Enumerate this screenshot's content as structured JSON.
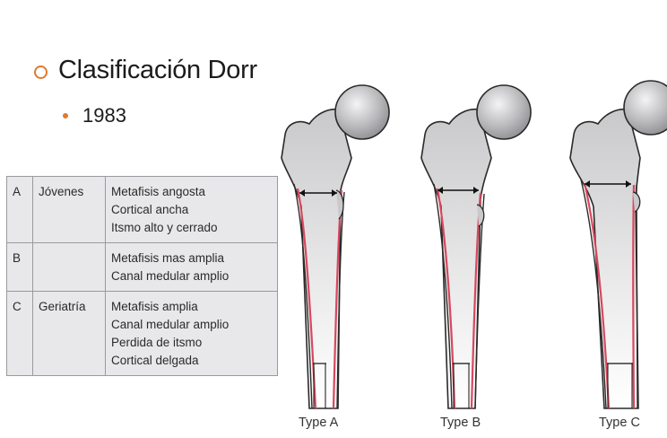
{
  "heading": {
    "title": "Clasificación Dorr",
    "year": "1983"
  },
  "table": {
    "rows": [
      {
        "type": "A",
        "group": "Jóvenes",
        "lines": [
          "Metafisis angosta",
          "Cortical ancha",
          "Itsmo alto y cerrado"
        ]
      },
      {
        "type": "B",
        "group": "",
        "lines": [
          "Metafisis mas amplia",
          "Canal medular amplio"
        ]
      },
      {
        "type": "C",
        "group": "Geriatría",
        "lines": [
          "Metafisis amplia",
          "Canal medular amplio",
          "Perdida de itsmo",
          "Cortical delgada"
        ]
      }
    ]
  },
  "femurs": [
    {
      "label": "Type A"
    },
    {
      "label": "Type B"
    },
    {
      "label": "Type C"
    }
  ],
  "colors": {
    "accent": "#e07a2e",
    "bone": "#c9c9cb",
    "cortex": "#d8485e",
    "table_bg": "#e8e8ea"
  }
}
